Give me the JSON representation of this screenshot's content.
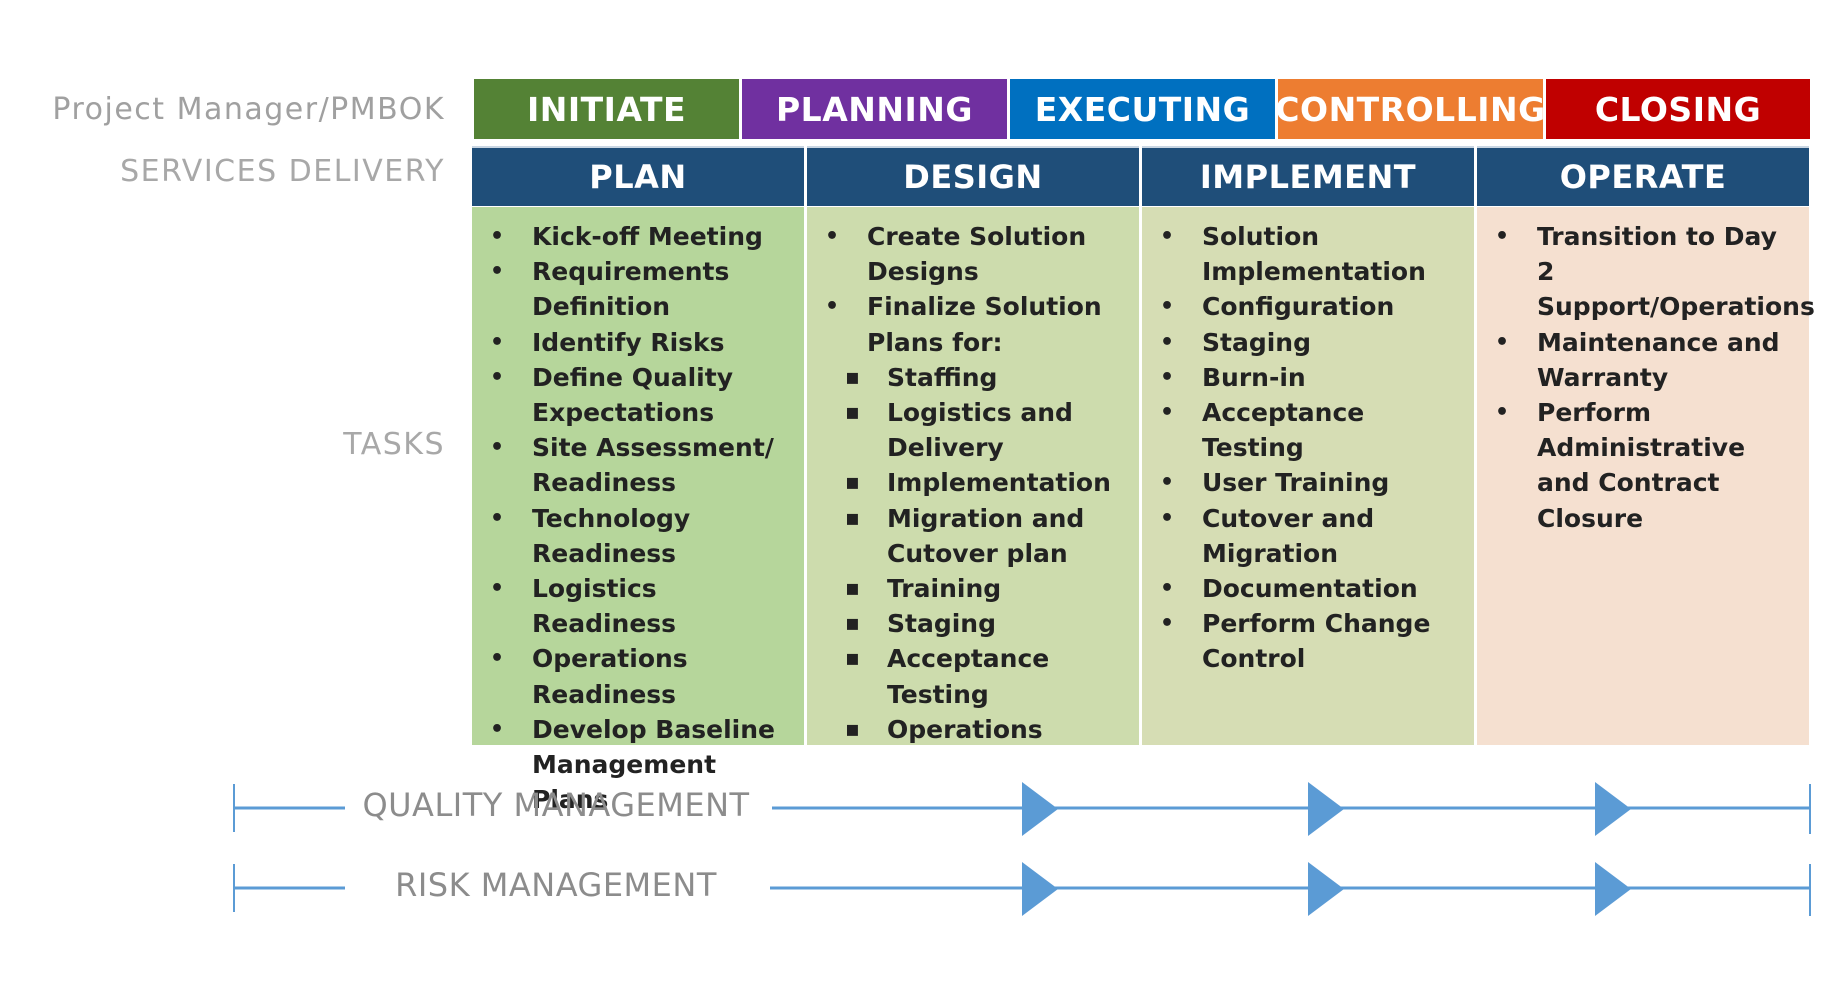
{
  "row_labels": {
    "pm": "Project Manager/PMBOK",
    "services": "SERVICES DELIVERY",
    "tasks": "TASKS"
  },
  "phases": [
    {
      "label": "INITIATE",
      "color": "#548235"
    },
    {
      "label": "PLANNING",
      "color": "#7030a0"
    },
    {
      "label": "EXECUTING",
      "color": "#0070c0"
    },
    {
      "label": "CONTROLLING",
      "color": "#ed7d31"
    },
    {
      "label": "CLOSING",
      "color": "#c00000"
    }
  ],
  "services": [
    "PLAN",
    "DESIGN",
    "IMPLEMENT",
    "OPERATE"
  ],
  "tasks": {
    "plan": [
      "Kick-off Meeting",
      "Requirements Definition",
      "Identify Risks",
      "Define Quality Expectations",
      "Site Assessment/ Readiness",
      "Technology Readiness",
      "Logistics Readiness",
      "Operations Readiness",
      "Develop Baseline Management Plans"
    ],
    "design": [
      "Create Solution Designs",
      "Finalize Solution Plans for:"
    ],
    "design_sub": [
      "Staffing",
      "Logistics and Delivery",
      "Implementation",
      "Migration and Cutover plan",
      "Training",
      "Staging",
      "Acceptance Testing",
      "Operations"
    ],
    "implement": [
      "Solution Implementation",
      "Configuration",
      "Staging",
      "Burn-in",
      "Acceptance Testing",
      "User Training",
      "Cutover and Migration",
      "Documentation",
      "Perform Change Control"
    ],
    "operate": [
      "Transition to Day 2 Support/Operations",
      "Maintenance and Warranty",
      "Perform Administrative and Contract Closure"
    ]
  },
  "task_colors": {
    "plan": "#b6d69b",
    "design": "#cddcad",
    "implement": "#d6ddb4",
    "operate": "#f5e0d0"
  },
  "management": [
    {
      "label": "QUALITY MANAGEMENT"
    },
    {
      "label": "RISK MANAGEMENT"
    }
  ],
  "timeline_color": "#5b9bd5"
}
